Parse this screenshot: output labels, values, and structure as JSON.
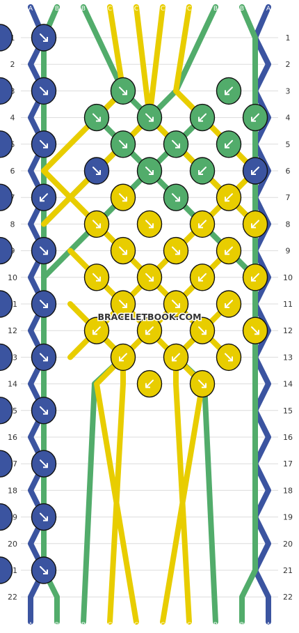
{
  "pattern": {
    "colors": {
      "A": "#3b54a0",
      "B": "#52ac6b",
      "C": "#e8cd00"
    },
    "top_labels": [
      "A",
      "B",
      "B",
      "C",
      "C",
      "C",
      "C",
      "B",
      "B",
      "A"
    ],
    "bottom_labels": [
      "A",
      "B",
      "B",
      "C",
      "C",
      "C",
      "C",
      "B",
      "B",
      "A"
    ],
    "row_numbers": [
      "1",
      "2",
      "3",
      "4",
      "5",
      "6",
      "7",
      "8",
      "9",
      "10",
      "11",
      "12",
      "13",
      "14",
      "15",
      "16",
      "17",
      "18",
      "19",
      "20",
      "21",
      "22"
    ],
    "knots": [
      {
        "row": 1,
        "col": 0,
        "color": "A",
        "dir": "fwd-back"
      },
      {
        "row": 1,
        "col": 9,
        "color": "A",
        "dir": "back-fwd"
      },
      {
        "row": 3,
        "col": 0,
        "color": "A",
        "dir": "fwd-back"
      },
      {
        "row": 3,
        "col": 3,
        "color": "B",
        "dir": "fwd"
      },
      {
        "row": 3,
        "col": 7,
        "color": "B",
        "dir": "back"
      },
      {
        "row": 3,
        "col": 9,
        "color": "A",
        "dir": "back-fwd"
      },
      {
        "row": 4,
        "col": 2,
        "color": "B",
        "dir": "fwd"
      },
      {
        "row": 4,
        "col": 4,
        "color": "B",
        "dir": "fwd"
      },
      {
        "row": 4,
        "col": 6,
        "color": "B",
        "dir": "back"
      },
      {
        "row": 4,
        "col": 8,
        "color": "B",
        "dir": "back"
      },
      {
        "row": 5,
        "col": 0,
        "color": "A",
        "dir": "fwd"
      },
      {
        "row": 5,
        "col": 3,
        "color": "B",
        "dir": "fwd"
      },
      {
        "row": 5,
        "col": 5,
        "color": "B",
        "dir": "fwd"
      },
      {
        "row": 5,
        "col": 7,
        "color": "B",
        "dir": "back"
      },
      {
        "row": 5,
        "col": 9,
        "color": "A",
        "dir": "back"
      },
      {
        "row": 6,
        "col": 2,
        "color": "A",
        "dir": "fwd"
      },
      {
        "row": 6,
        "col": 4,
        "color": "B",
        "dir": "fwd"
      },
      {
        "row": 6,
        "col": 6,
        "color": "B",
        "dir": "back"
      },
      {
        "row": 6,
        "col": 8,
        "color": "A",
        "dir": "back"
      },
      {
        "row": 7,
        "col": 0,
        "color": "A",
        "dir": "back"
      },
      {
        "row": 7,
        "col": 3,
        "color": "C",
        "dir": "fwd"
      },
      {
        "row": 7,
        "col": 5,
        "color": "B",
        "dir": "fwd"
      },
      {
        "row": 7,
        "col": 7,
        "color": "C",
        "dir": "back"
      },
      {
        "row": 7,
        "col": 9,
        "color": "A",
        "dir": "fwd"
      },
      {
        "row": 8,
        "col": 2,
        "color": "C",
        "dir": "fwd"
      },
      {
        "row": 8,
        "col": 4,
        "color": "C",
        "dir": "fwd"
      },
      {
        "row": 8,
        "col": 6,
        "color": "C",
        "dir": "back"
      },
      {
        "row": 8,
        "col": 8,
        "color": "C",
        "dir": "back"
      },
      {
        "row": 9,
        "col": 0,
        "color": "A",
        "dir": "fwd-back"
      },
      {
        "row": 9,
        "col": 3,
        "color": "C",
        "dir": "fwd"
      },
      {
        "row": 9,
        "col": 5,
        "color": "C",
        "dir": "fwd"
      },
      {
        "row": 9,
        "col": 7,
        "color": "C",
        "dir": "back"
      },
      {
        "row": 9,
        "col": 9,
        "color": "A",
        "dir": "back-fwd"
      },
      {
        "row": 10,
        "col": 2,
        "color": "C",
        "dir": "fwd"
      },
      {
        "row": 10,
        "col": 4,
        "color": "C",
        "dir": "fwd"
      },
      {
        "row": 10,
        "col": 6,
        "color": "C",
        "dir": "back"
      },
      {
        "row": 10,
        "col": 8,
        "color": "C",
        "dir": "back"
      },
      {
        "row": 11,
        "col": 0,
        "color": "A",
        "dir": "fwd-back"
      },
      {
        "row": 11,
        "col": 3,
        "color": "C",
        "dir": "fwd"
      },
      {
        "row": 11,
        "col": 5,
        "color": "C",
        "dir": "fwd"
      },
      {
        "row": 11,
        "col": 7,
        "color": "C",
        "dir": "back"
      },
      {
        "row": 11,
        "col": 9,
        "color": "A",
        "dir": "back-fwd"
      },
      {
        "row": 12,
        "col": 2,
        "color": "C",
        "dir": "back"
      },
      {
        "row": 12,
        "col": 4,
        "color": "C",
        "dir": "back"
      },
      {
        "row": 12,
        "col": 6,
        "color": "C",
        "dir": "fwd"
      },
      {
        "row": 12,
        "col": 8,
        "color": "C",
        "dir": "fwd"
      },
      {
        "row": 13,
        "col": 0,
        "color": "A",
        "dir": "fwd-back"
      },
      {
        "row": 13,
        "col": 3,
        "color": "C",
        "dir": "back"
      },
      {
        "row": 13,
        "col": 5,
        "color": "C",
        "dir": "back"
      },
      {
        "row": 13,
        "col": 7,
        "color": "C",
        "dir": "fwd"
      },
      {
        "row": 13,
        "col": 9,
        "color": "A",
        "dir": "back-fwd"
      },
      {
        "row": 14,
        "col": 4,
        "color": "C",
        "dir": "back"
      },
      {
        "row": 14,
        "col": 6,
        "color": "C",
        "dir": "fwd"
      },
      {
        "row": 15,
        "col": 0,
        "color": "A",
        "dir": "fwd-back"
      },
      {
        "row": 15,
        "col": 9,
        "color": "A",
        "dir": "back-fwd"
      },
      {
        "row": 17,
        "col": 0,
        "color": "A",
        "dir": "fwd-back"
      },
      {
        "row": 17,
        "col": 9,
        "color": "A",
        "dir": "back-fwd"
      },
      {
        "row": 19,
        "col": 0,
        "color": "A",
        "dir": "fwd-back"
      },
      {
        "row": 19,
        "col": 9,
        "color": "A",
        "dir": "back-fwd"
      },
      {
        "row": 21,
        "col": 0,
        "color": "A",
        "dir": "fwd-back"
      },
      {
        "row": 21,
        "col": 9,
        "color": "A",
        "dir": "back-fwd"
      }
    ]
  },
  "watermark": "BRACELETBOOK.COM"
}
